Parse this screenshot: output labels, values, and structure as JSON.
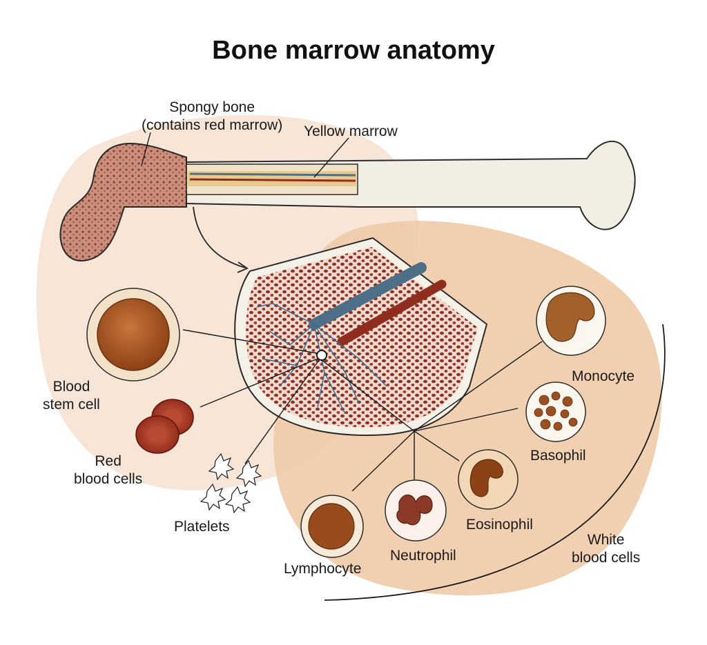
{
  "title": "Bone marrow anatomy",
  "labels": {
    "spongy_bone_line1": "Spongy bone",
    "spongy_bone_line2": "(contains red marrow)",
    "yellow_marrow": "Yellow marrow",
    "blood_stem_cell_line1": "Blood",
    "blood_stem_cell_line2": "stem cell",
    "red_blood_cells_line1": "Red",
    "red_blood_cells_line2": "blood cells",
    "platelets": "Platelets",
    "lymphocyte": "Lymphocyte",
    "neutrophil": "Neutrophil",
    "eosinophil": "Eosinophil",
    "basophil": "Basophil",
    "monocyte": "Monocyte",
    "white_blood_cells_line1": "White",
    "white_blood_cells_line2": "blood cells"
  },
  "colors": {
    "background_blob_light": "#f7e6d8",
    "background_blob_dark": "#efc8a4",
    "bone": "#f3eee4",
    "spongy_bone": "#9b5a4a",
    "marrow_red": "#8a2f22",
    "vessel_blue": "#4d6f87",
    "vessel_red": "#8f2d1e",
    "stem_cell": "#b35d27",
    "red_blood_cell": "#a8321f",
    "line": "#1a1a1a"
  }
}
